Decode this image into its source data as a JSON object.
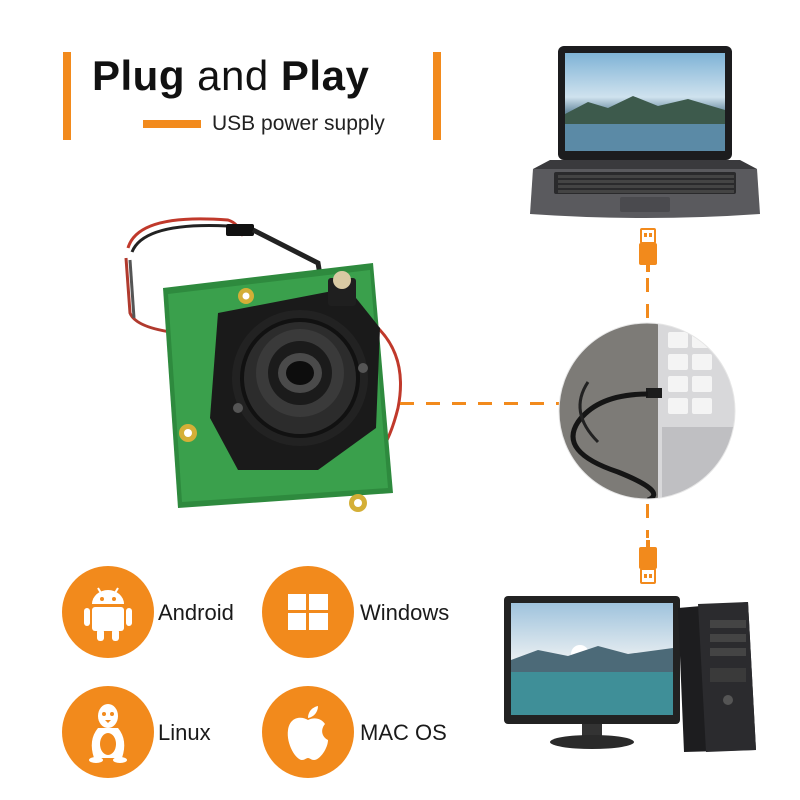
{
  "header": {
    "title_bold_1": "Plug",
    "title_mid": "and",
    "title_bold_2": "Play",
    "subtitle": "USB power supply"
  },
  "os_list": [
    {
      "label": "Android",
      "icon": "android-icon"
    },
    {
      "label": "Windows",
      "icon": "windows-icon"
    },
    {
      "label": "Linux",
      "icon": "linux-icon"
    },
    {
      "label": "MAC OS",
      "icon": "apple-icon"
    }
  ],
  "colors": {
    "accent": "#f28a1c"
  }
}
